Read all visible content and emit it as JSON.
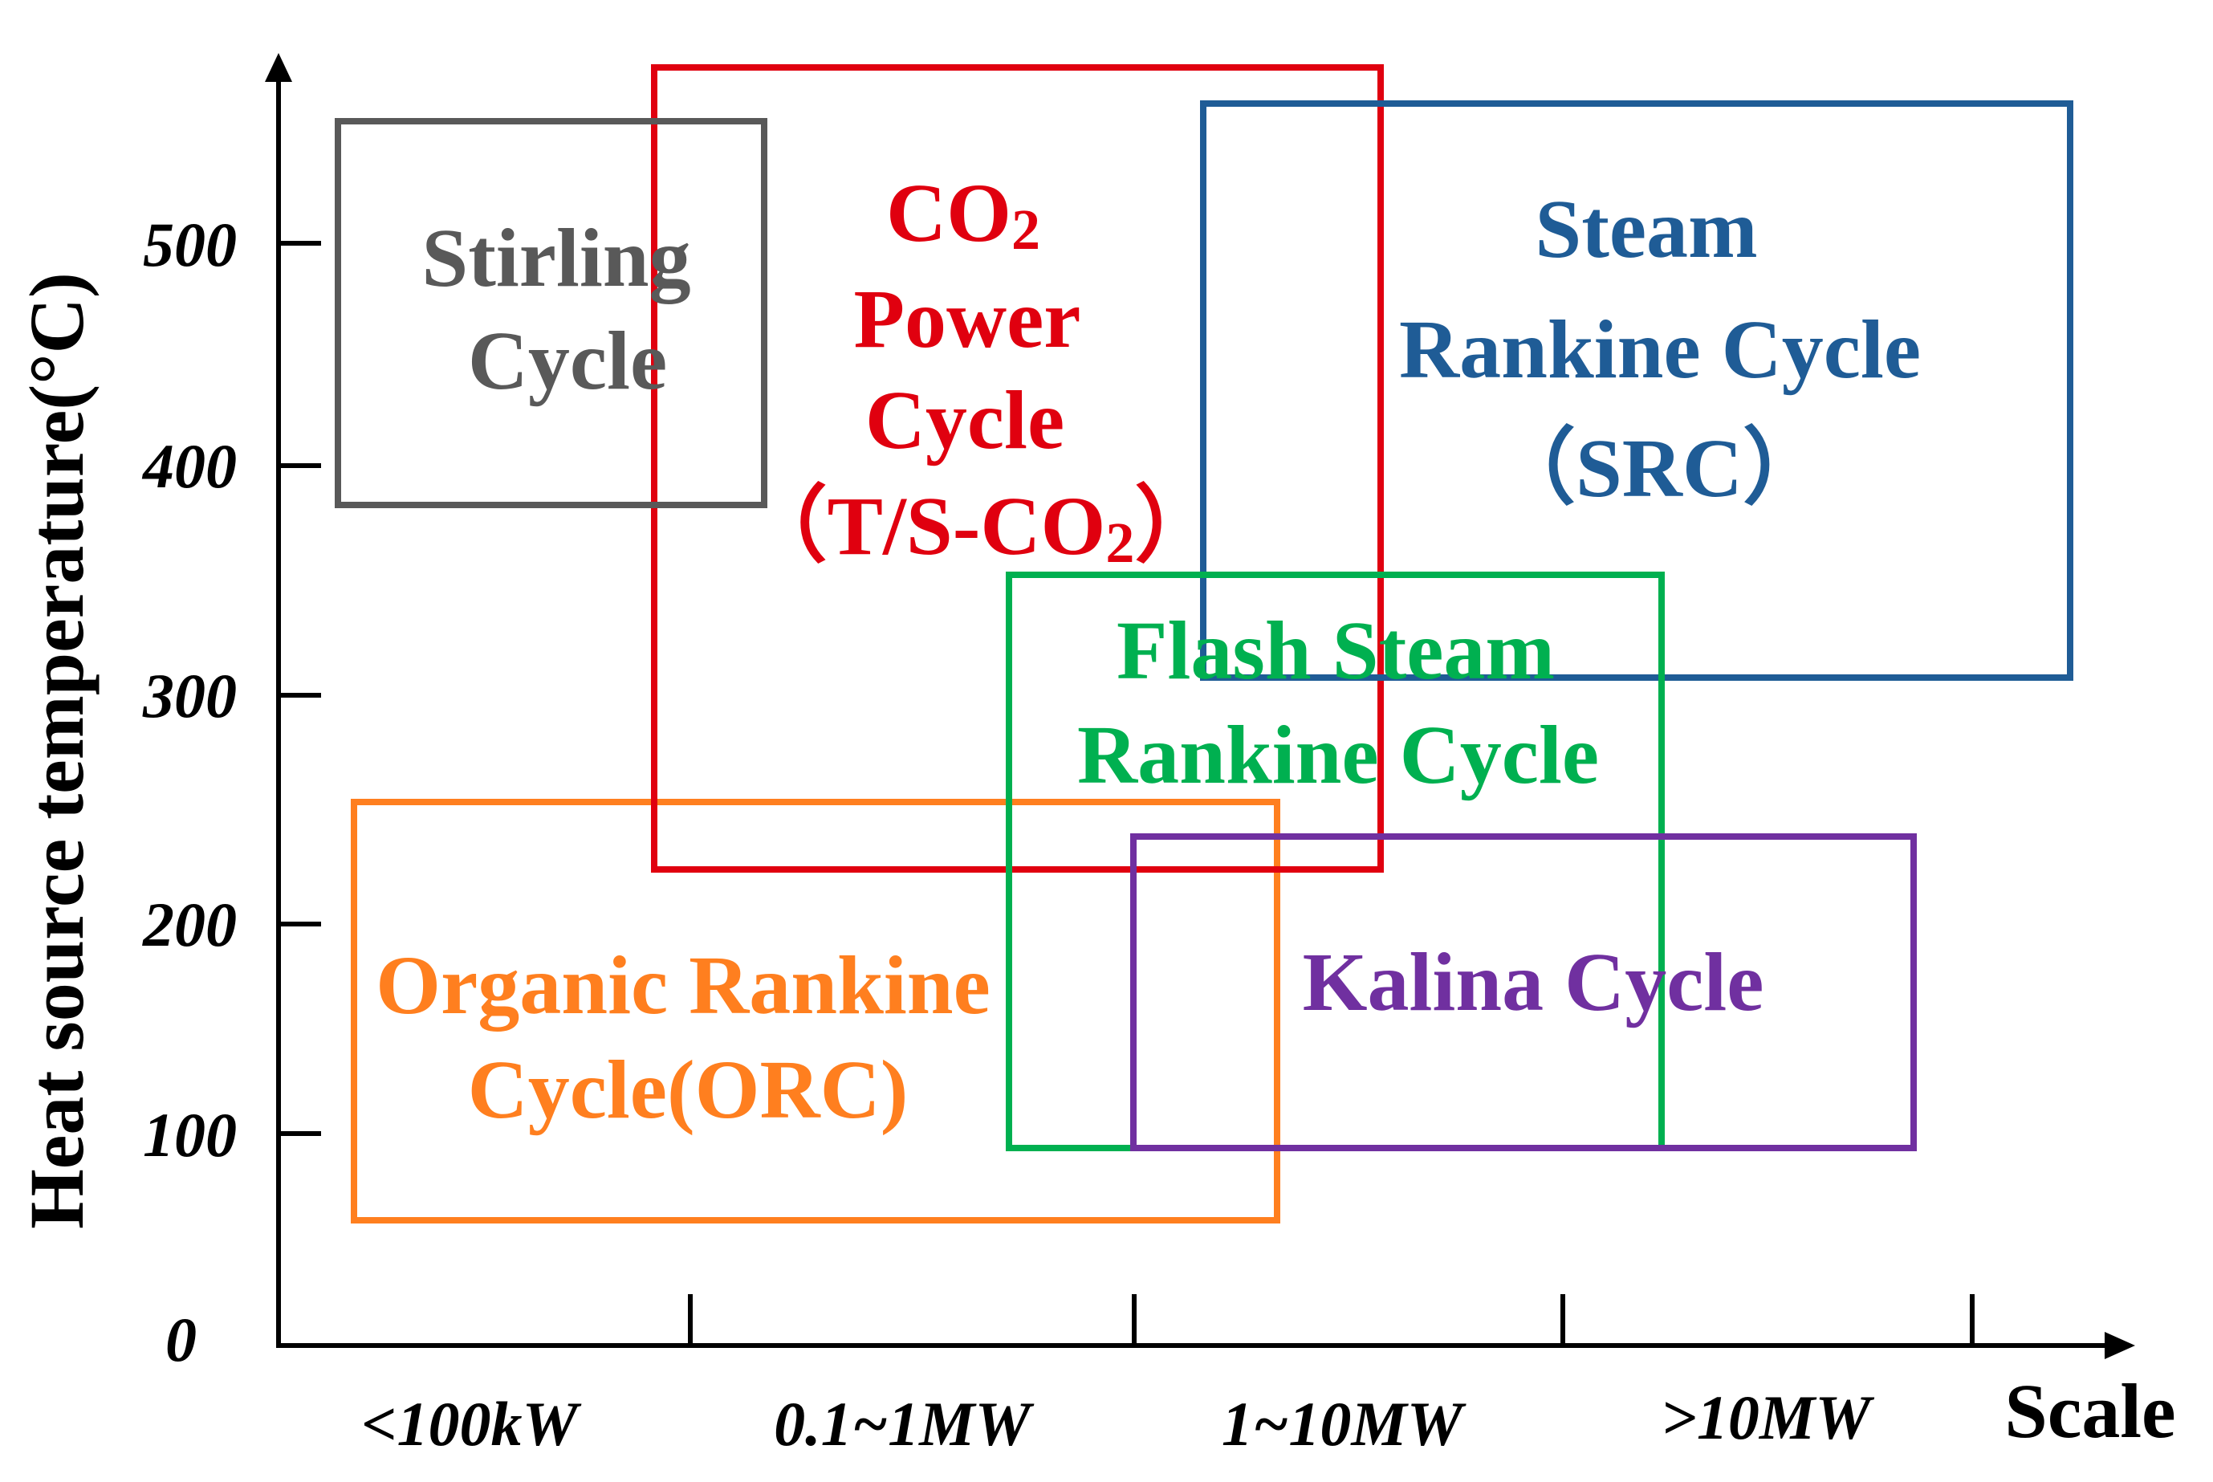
{
  "y_axis": {
    "title": "Heat source temperature(°C)",
    "ticks": [
      "0",
      "100",
      "200",
      "300",
      "400",
      "500"
    ]
  },
  "x_axis": {
    "title": "Scale",
    "ticks": [
      "<100kW",
      "0.1~1MW",
      "1~10MW",
      ">10MW"
    ]
  },
  "colors": {
    "stirling": "#595959",
    "co2": "#e0000f",
    "steam": "#1f5c96",
    "flash": "#00b050",
    "kalina": "#7030a0",
    "orc": "#ff7f1f"
  },
  "regions": {
    "orc": {
      "line1": "Organic Rankine",
      "line2": "Cycle(ORC)"
    },
    "co2": {
      "line1_main": "CO",
      "line1_sub": "2",
      "line2": "Power",
      "line3": "Cycle",
      "line4_main": "（T/S-CO",
      "line4_sub": "2",
      "line4_close": "）"
    },
    "stirling": {
      "line1": "Stirling",
      "line2": "Cycle"
    },
    "steam": {
      "line1": "Steam",
      "line2": "Rankine Cycle",
      "line3": "（SRC）"
    },
    "flash": {
      "line1": "Flash Steam",
      "line2": "Rankine Cycle"
    },
    "kalina": {
      "line1": "Kalina Cycle"
    }
  }
}
